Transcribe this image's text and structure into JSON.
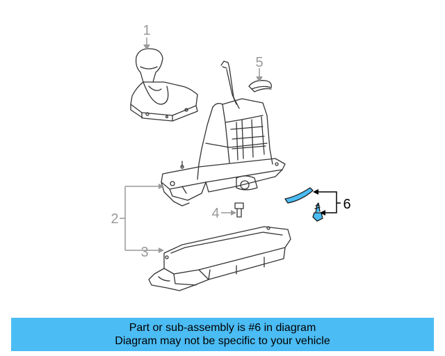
{
  "colors": {
    "line_art": "#333333",
    "callout_gray": "#999999",
    "callout_active": "#000000",
    "highlight_part": "#4bbcf4",
    "banner_bg": "#4bbcf4",
    "banner_text": "#000000"
  },
  "callouts": [
    {
      "label": "1"
    },
    {
      "label": "5"
    },
    {
      "label": "2"
    },
    {
      "label": "4"
    },
    {
      "label": "3"
    },
    {
      "label": "6"
    }
  ],
  "banner": {
    "line1": "Part or sub-assembly is #6 in diagram",
    "line2": "Diagram may not be specific to your vehicle"
  }
}
